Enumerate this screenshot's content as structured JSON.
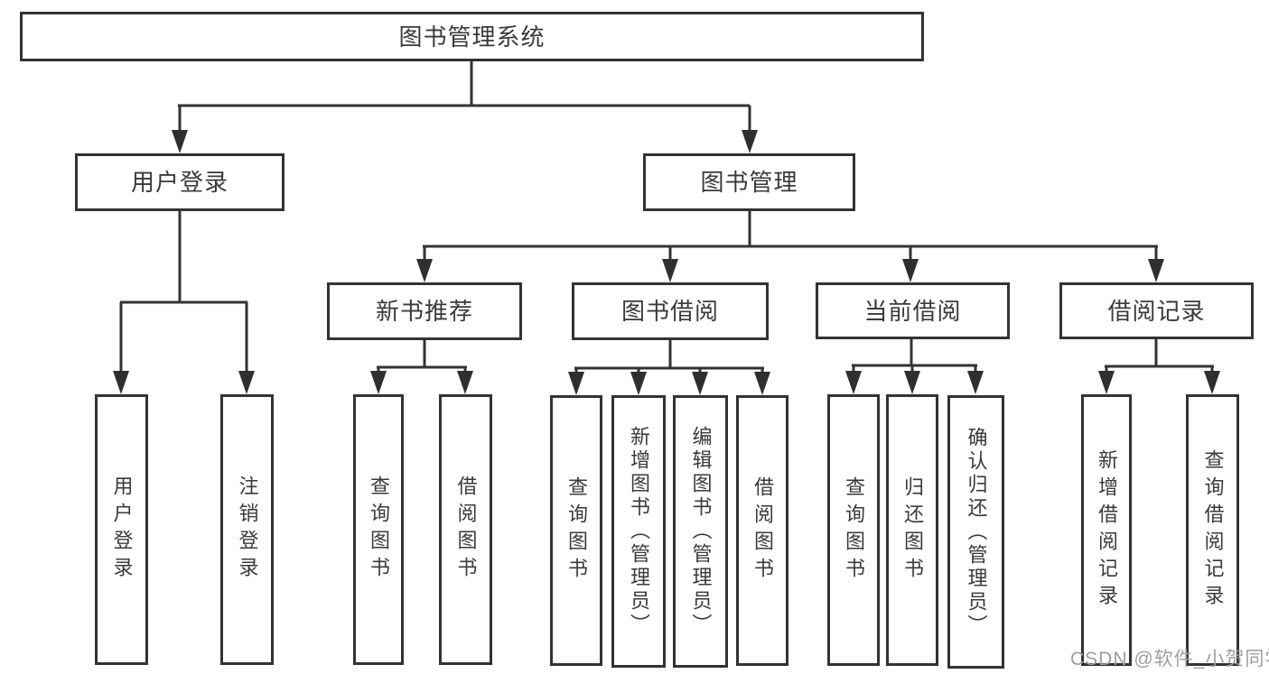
{
  "tree": {
    "label": "图书管理系统",
    "children": [
      {
        "label": "用户登录",
        "children": [
          {
            "label": "用户登录"
          },
          {
            "label": "注销登录"
          }
        ]
      },
      {
        "label": "图书管理",
        "children": [
          {
            "label": "新书推荐",
            "children": [
              {
                "label": "查询图书"
              },
              {
                "label": "借阅图书"
              }
            ]
          },
          {
            "label": "图书借阅",
            "children": [
              {
                "label": "查询图书"
              },
              {
                "label": "新增图书（管理员）"
              },
              {
                "label": "编辑图书（管理员）"
              },
              {
                "label": "借阅图书"
              }
            ]
          },
          {
            "label": "当前借阅",
            "children": [
              {
                "label": "查询图书"
              },
              {
                "label": "归还图书"
              },
              {
                "label": "确认归还（管理员）"
              }
            ]
          },
          {
            "label": "借阅记录",
            "children": [
              {
                "label": "新增借阅记录"
              },
              {
                "label": "查询借阅记录"
              }
            ]
          }
        ]
      }
    ]
  },
  "watermark": {
    "text": "CSDN @软件_小贺同学"
  },
  "colors": {
    "line": "#333333",
    "box_border": "#333333",
    "text": "#3a3a3a",
    "background": "#ffffff",
    "watermark": "#9e9e9e"
  }
}
